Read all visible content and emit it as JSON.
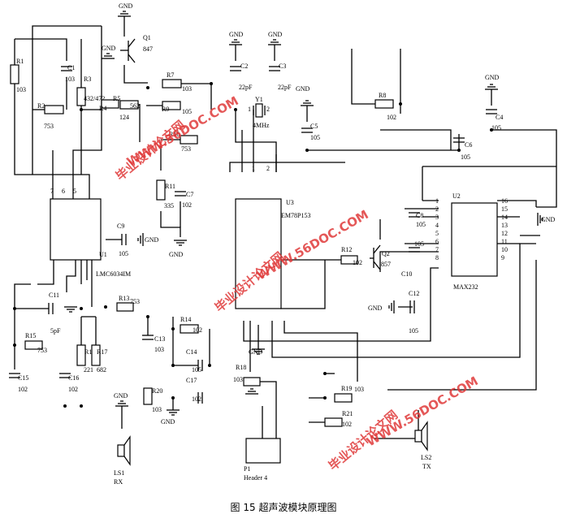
{
  "caption": "图 15  超声波模块原理图",
  "watermarks": [
    "毕业设计论文网",
    "WWW.56DOC.COM"
  ],
  "gnd": "GND",
  "parts": {
    "R1": "R1",
    "R1v": "103",
    "C1": "C1",
    "C1v": "103",
    "R3": "R3",
    "R3v": "432/472",
    "R2": "R2",
    "R2v": "753",
    "R4": "R4",
    "R4v": "124",
    "R5": "R5",
    "R5v": "562",
    "R7": "R7",
    "R7v": "103",
    "R9": "R9",
    "R9v": "105",
    "R10": "R10",
    "R10v": "753",
    "R11": "R11",
    "R11v": "335",
    "C7": "C7",
    "C7v": "102",
    "C9": "C9",
    "C9v": "105",
    "Q1": "Q1",
    "Q1v": "847",
    "U1": "U1",
    "U1v": "LMC6034IM",
    "C2": "C2",
    "C2v": "22pF",
    "C3": "C3",
    "C3v": "22pF",
    "Y1": "Y1",
    "Y1v": "4MHz",
    "C5": "C5",
    "C5v": "105",
    "R8": "R8",
    "R8v": "102",
    "C4": "C4",
    "C4v": "105",
    "C6": "C6",
    "C6v": "105",
    "U3": "U3",
    "U3v": "EM78P153",
    "U2": "U2",
    "U2v": "MAX232",
    "C8": "C8",
    "C8v": "105",
    "C10": "C10",
    "C10v": "105",
    "R12": "R12",
    "R12v": "102",
    "Q2": "Q2",
    "Q2v": "857",
    "C12": "C12",
    "C12v": "105",
    "C11": "C11",
    "C11v": "5pF",
    "R13": "R13",
    "R13v": "753",
    "R14": "R14",
    "R14v": "102",
    "R15": "R15",
    "R15v": "753",
    "R16": "R16",
    "R16v": "221",
    "R17": "R17",
    "R17v": "682",
    "C13": "C13",
    "C13v": "103",
    "C14": "C14",
    "C14v": "105",
    "C17": "C17",
    "C17v": "102",
    "C15": "C15",
    "C15v": "102",
    "C16": "C16",
    "C16v": "102",
    "R20": "R20",
    "R20v": "103",
    "R18": "R18",
    "R18v": "103",
    "R19": "R19",
    "R19v": "103",
    "R21": "R21",
    "R21v": "102",
    "P1": "P1",
    "P1v": "Header 4",
    "LS1": "LS1",
    "LS1v": "RX",
    "LS2": "LS2",
    "LS2v": "TX"
  },
  "pins": {
    "u1_top": [
      "7",
      "6",
      "5"
    ],
    "u3_top": [
      "1",
      "2"
    ],
    "u2_left": [
      "1",
      "2",
      "3",
      "4",
      "5",
      "6",
      "7",
      "8"
    ],
    "u2_right": [
      "16",
      "15",
      "14",
      "13",
      "12",
      "11",
      "10",
      "9"
    ]
  }
}
